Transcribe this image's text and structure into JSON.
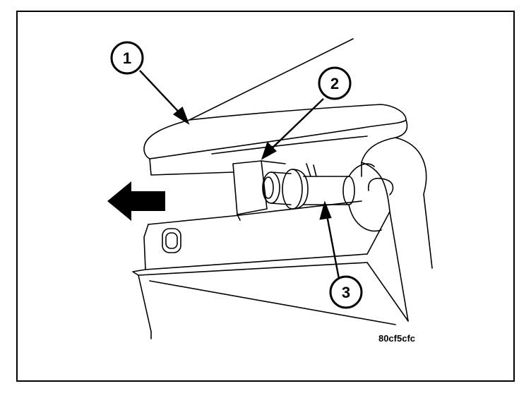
{
  "callouts": [
    {
      "id": "1",
      "label": "1"
    },
    {
      "id": "2",
      "label": "2"
    },
    {
      "id": "3",
      "label": "3"
    }
  ],
  "figure_code": "80cf5cfc",
  "colors": {
    "line": "#000000",
    "background": "#ffffff"
  }
}
